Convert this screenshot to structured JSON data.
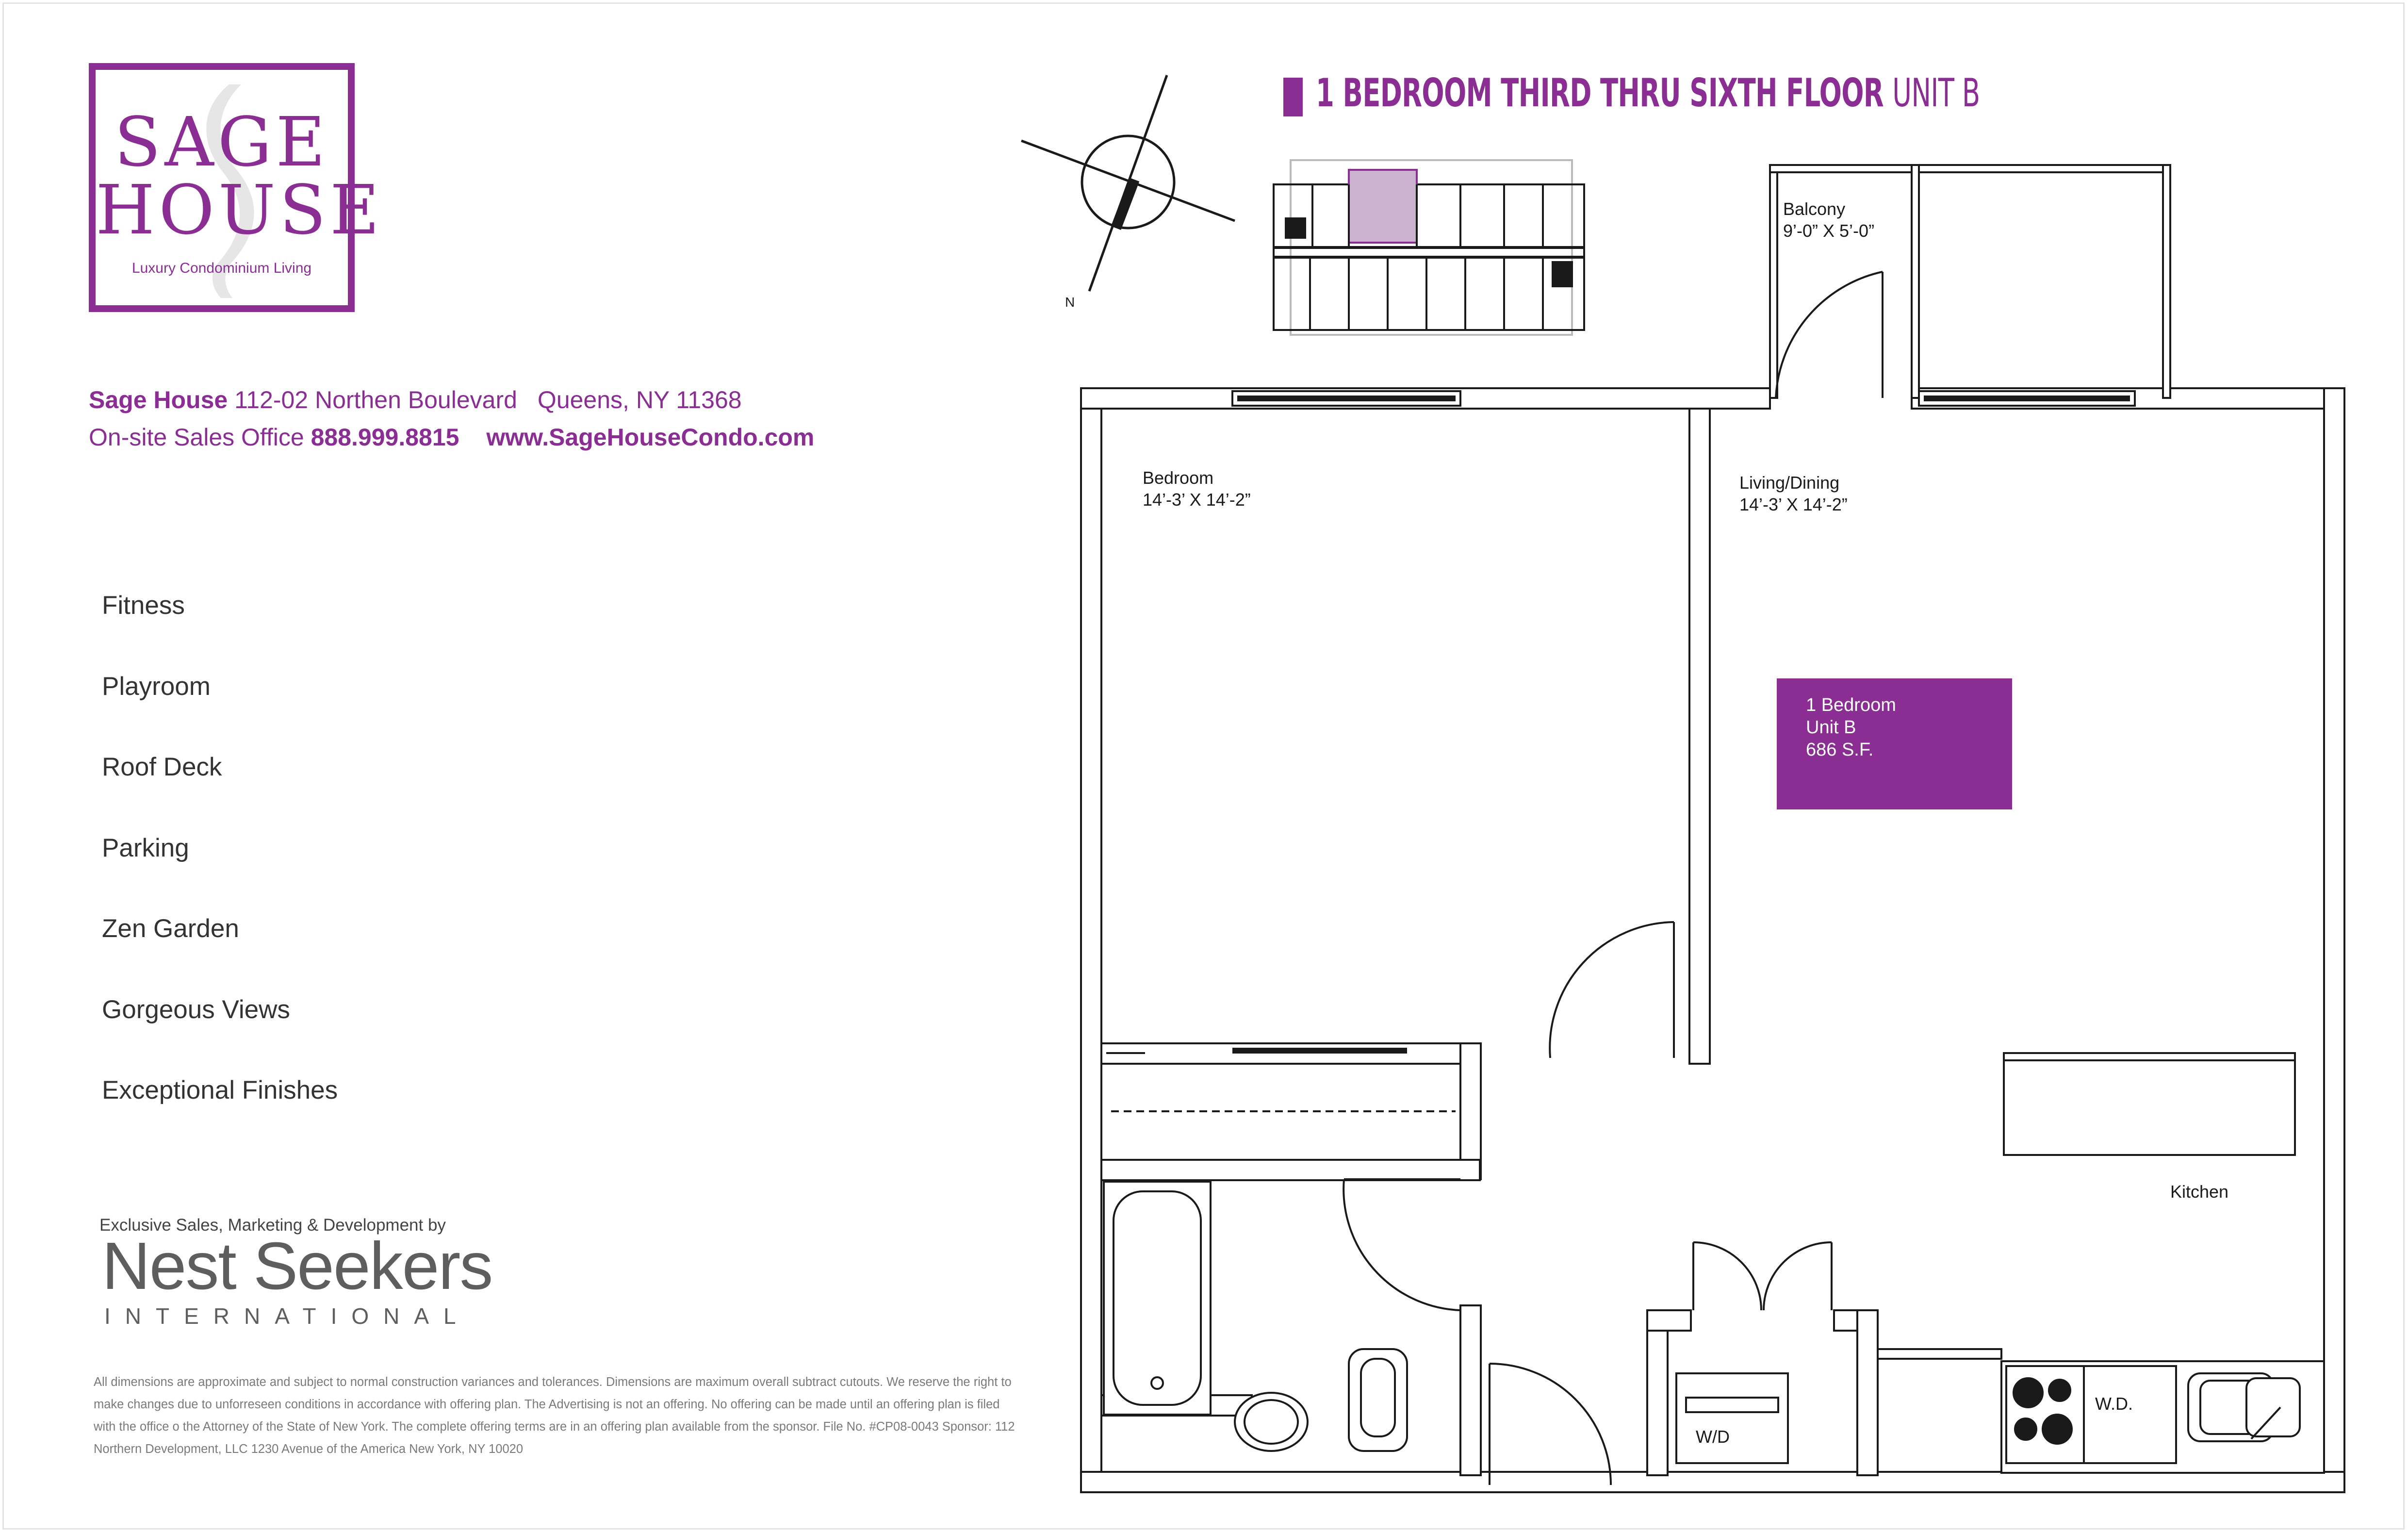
{
  "brand": {
    "logo_line1": "SAGE",
    "logo_line2": "HOUSE",
    "tagline": "Luxury Condominium Living"
  },
  "address": {
    "name": "Sage House",
    "street": "112-02 Northen Boulevard",
    "city": "Queens, NY 11368",
    "office_label": "On-site Sales Office",
    "phone": "888.999.8815",
    "website": "www.SageHouseCondo.com"
  },
  "features": [
    "Fitness",
    "Playroom",
    "Roof Deck",
    "Parking",
    "Zen Garden",
    "Gorgeous Views",
    "Exceptional Finishes"
  ],
  "broker": {
    "tagline": "Exclusive Sales, Marketing & Development by",
    "name": "Nest Seekers",
    "sub": "INTERNATIONAL"
  },
  "disclaimer": "All dimensions are approximate and subject to normal construction variances and tolerances. Dimensions are maximum overall subtract cutouts. We reserve the right to make changes due to unforreseen conditions in accordance with offering plan. The Advertising is not an offering. No offering can be made until an offering  plan is filed with the office o the Attorney of the State of New York.  The complete offering terms are in an offering plan available from the sponsor.  File No. #CP08-0043  Sponsor: 112 Northern Development, LLC 1230 Avenue of the America New York, NY 10020",
  "plan": {
    "title": "1 BEDROOM THIRD THRU SIXTH FLOOR",
    "unit": "UNIT B",
    "compass_label": "N",
    "rooms": {
      "balcony": {
        "name": "Balcony",
        "dims": "9’-0” X 5’-0”"
      },
      "bedroom": {
        "name": "Bedroom",
        "dims": "14’-3’ X 14’-2”"
      },
      "living": {
        "name": "Living/Dining",
        "dims": "14’-3’ X 14’-2”"
      },
      "kitchen": {
        "name": "Kitchen"
      },
      "wd_left": {
        "name": "W/D"
      },
      "wd_right": {
        "name": "W.D."
      }
    },
    "unit_box": {
      "line1": "1 Bedroom",
      "line2": "Unit B",
      "line3": "686 S.F."
    }
  },
  "colors": {
    "brand_purple": "#8b2e94",
    "highlight_unit": "#c9b3cf",
    "text_dark": "#333333",
    "wall_gray": "#d9d9d9"
  }
}
